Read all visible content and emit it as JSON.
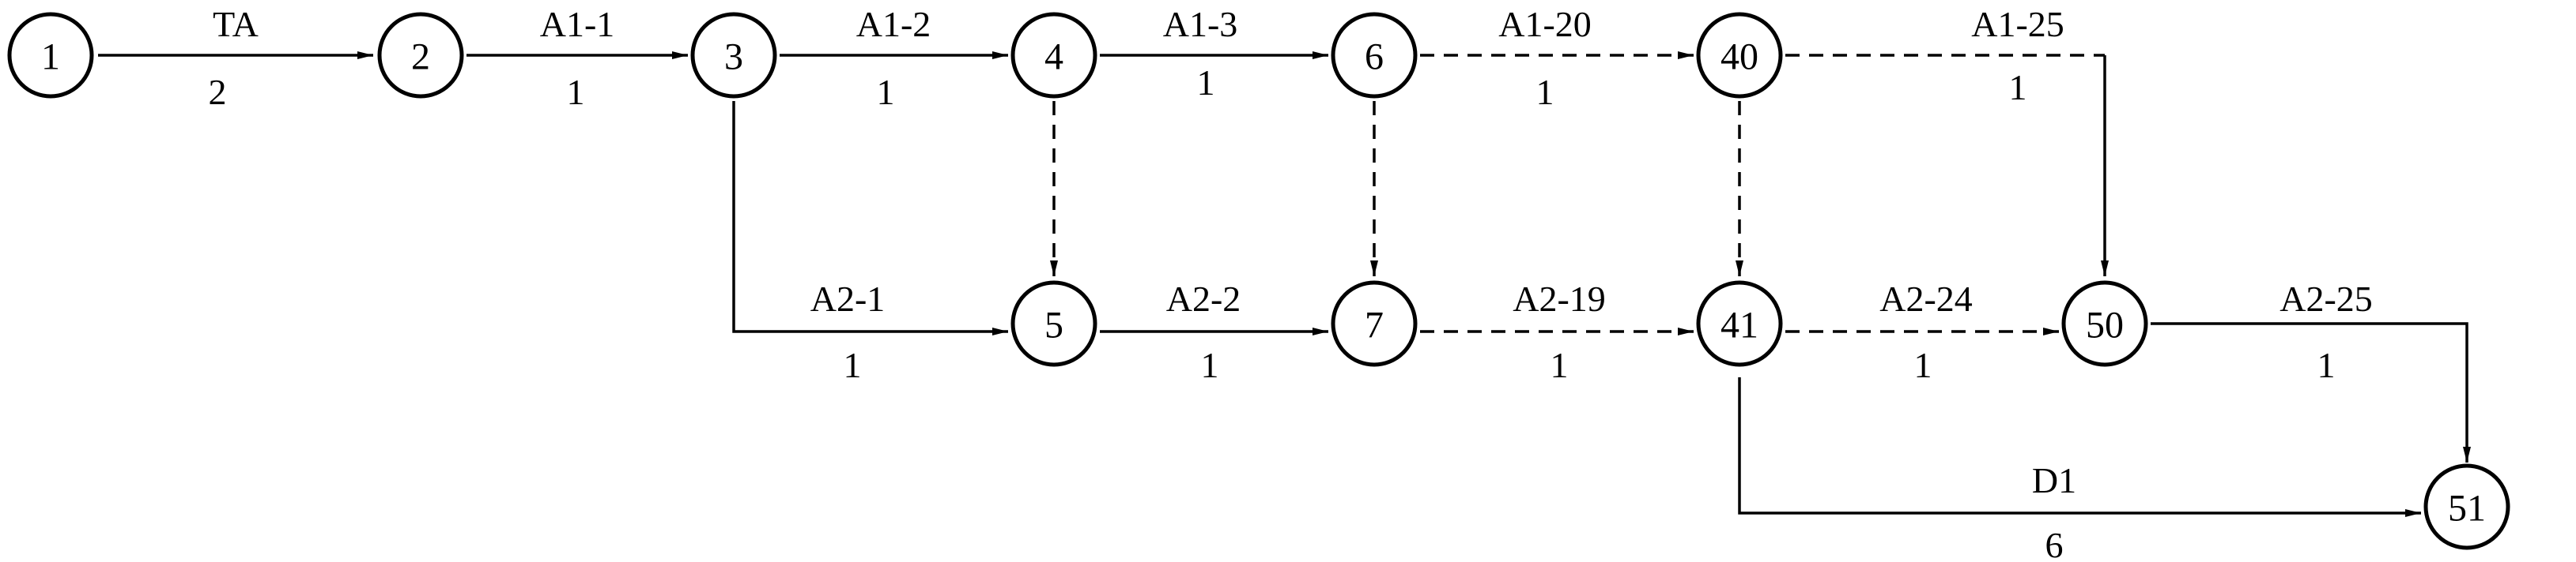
{
  "nodes": {
    "n1": "1",
    "n2": "2",
    "n3": "3",
    "n4": "4",
    "n5": "5",
    "n6": "6",
    "n7": "7",
    "n40": "40",
    "n41": "41",
    "n50": "50",
    "n51": "51"
  },
  "edges": {
    "e1_2": {
      "name": "TA",
      "duration": "2"
    },
    "e2_3": {
      "name": "A1-1",
      "duration": "1"
    },
    "e3_4": {
      "name": "A1-2",
      "duration": "1"
    },
    "e4_6": {
      "name": "A1-3",
      "duration": "1"
    },
    "e6_40": {
      "name": "A1-20",
      "duration": "1"
    },
    "e40_50": {
      "name": "A1-25",
      "duration": "1"
    },
    "e3_5": {
      "name": "A2-1",
      "duration": "1"
    },
    "e5_7": {
      "name": "A2-2",
      "duration": "1"
    },
    "e7_41": {
      "name": "A2-19",
      "duration": "1"
    },
    "e41_50": {
      "name": "A2-24",
      "duration": "1"
    },
    "e50_51": {
      "name": "A2-25",
      "duration": "1"
    },
    "e41_51": {
      "name": "D1",
      "duration": "6"
    }
  }
}
